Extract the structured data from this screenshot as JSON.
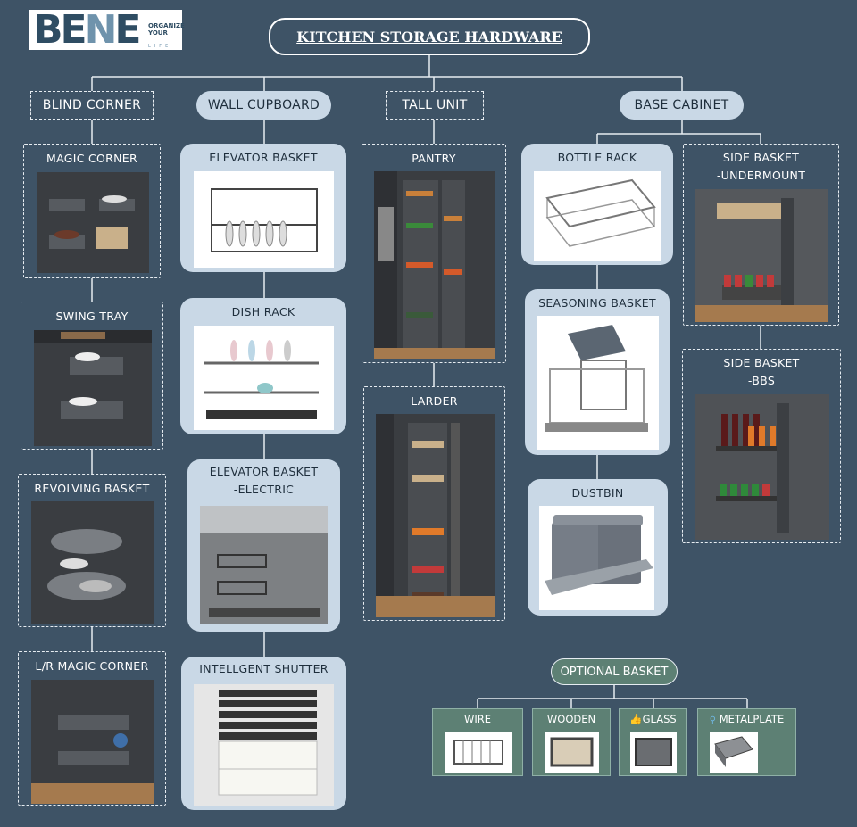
{
  "logo": {
    "brand_b": "BE",
    "brand_n": "N",
    "brand_e": "E",
    "tagline": "ORGANIZE\nYOUR",
    "tagline2": "LIFE"
  },
  "title": "KITCHEN STORAGE HARDWARE",
  "categories": {
    "blind_corner": "BLIND CORNER",
    "wall_cupboard": "WALL CUPBOARD",
    "tall_unit": "TALL UNIT",
    "base_cabinet": "BASE CABINET"
  },
  "blind_corner_items": [
    "MAGIC CORNER",
    "SWING TRAY",
    "REVOLVING BASKET",
    "L/R MAGIC CORNER"
  ],
  "wall_cupboard_items": [
    "ELEVATOR BASKET",
    "DISH RACK",
    "ELEVATOR BASKET\n-ELECTRIC",
    "INTELLGENT SHUTTER"
  ],
  "tall_unit_items": [
    "PANTRY",
    "LARDER"
  ],
  "base_cabinet_items": [
    "BOTTLE RACK",
    "SEASONING BASKET",
    "DUSTBIN"
  ],
  "side_items": [
    "SIDE BASKET\n-UNDERMOUNT",
    "SIDE BASKET\n-BBS"
  ],
  "optional": {
    "title": "OPTIONAL BASKET",
    "items": [
      "WIRE",
      "WOODEN",
      "GLASS",
      "METALPLATE"
    ]
  },
  "colors": {
    "background": "#3e5366",
    "card_fill": "#c9d8e6",
    "optional_fill": "#5d8074",
    "line": "#e6ecf1"
  }
}
